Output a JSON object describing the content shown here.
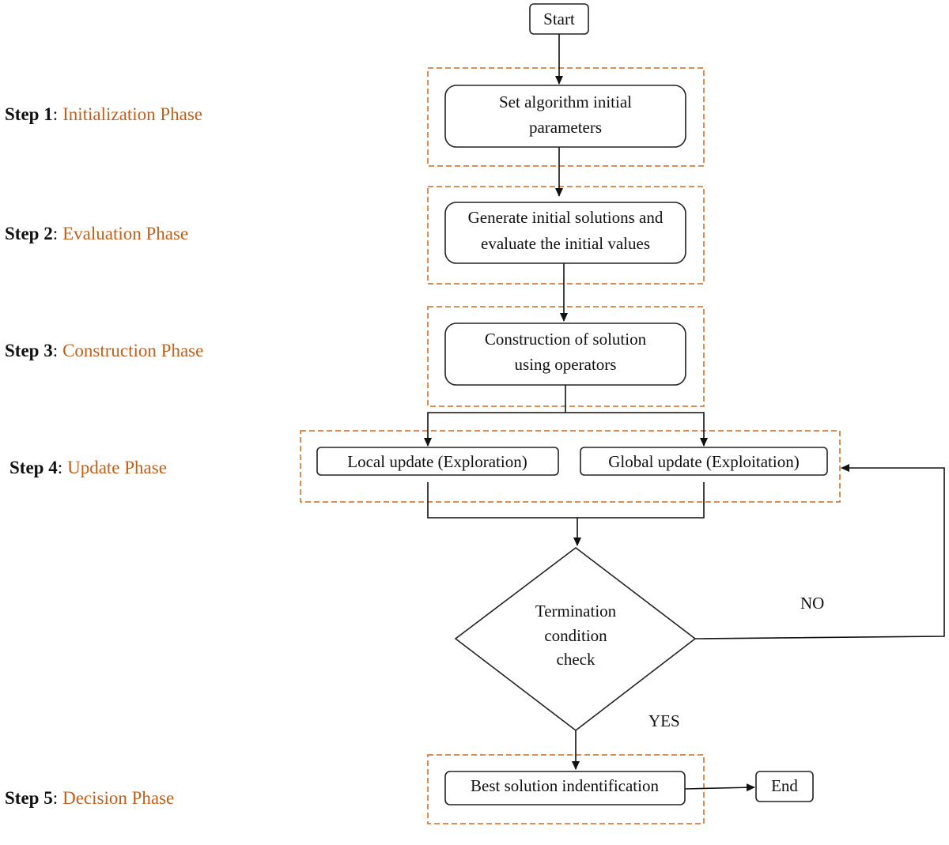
{
  "colors": {
    "phase_border": "#d2691e",
    "phase_text": "#c0601a",
    "node_border": "#222222"
  },
  "steps": [
    {
      "number": "Step 1",
      "separator": ":",
      "phase": "Initialization Phase"
    },
    {
      "number": "Step 2",
      "separator": ":",
      "phase": "Evaluation Phase"
    },
    {
      "number": "Step 3",
      "separator": ":",
      "phase": "Construction Phase"
    },
    {
      "number": "Step 4",
      "separator": ":",
      "phase": "Update Phase"
    },
    {
      "number": "Step 5",
      "separator": ":",
      "phase": "Decision Phase"
    }
  ],
  "nodes": {
    "start": "Start",
    "init": [
      "Set algorithm initial",
      "parameters"
    ],
    "evaluate": [
      "Generate initial solutions and",
      "evaluate the initial values"
    ],
    "construct": [
      "Construction of solution",
      "using operators"
    ],
    "local_update": "Local update (Exploration)",
    "global_update": "Global update (Exploitation)",
    "termination": [
      "Termination",
      "condition",
      "check"
    ],
    "best_solution": "Best solution indentification",
    "end": "End"
  },
  "edge_labels": {
    "no": "NO",
    "yes": "YES"
  }
}
